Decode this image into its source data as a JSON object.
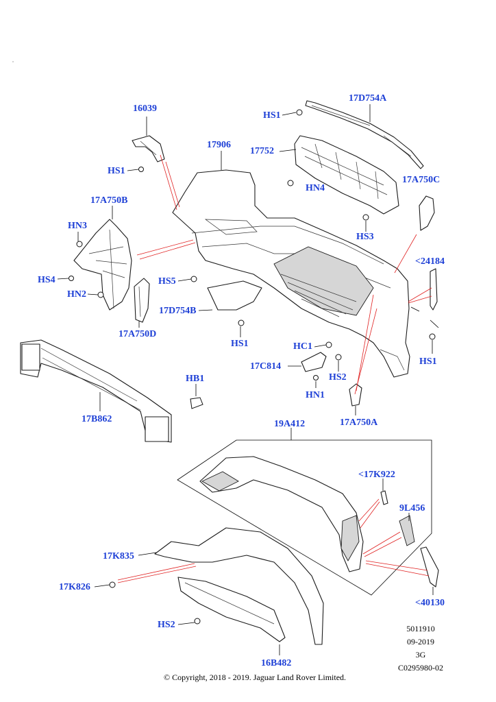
{
  "labels": {
    "p16039": "16039",
    "p17906": "17906",
    "p17D754A": "17D754A",
    "p17752": "17752",
    "pHS1_top": "HS1",
    "pHS1_left": "HS1",
    "pHN4": "HN4",
    "p17A750C": "17A750C",
    "p17A750B": "17A750B",
    "pHN3": "HN3",
    "pHS3": "HS3",
    "p24184": "<24184",
    "pHS4": "HS4",
    "pHS5": "HS5",
    "pHN2": "HN2",
    "p17D754B": "17D754B",
    "p17A750D": "17A750D",
    "pHS1_mid": "HS1",
    "pHC1": "HC1",
    "pHS1_right": "HS1",
    "p17C814": "17C814",
    "pHS2_mid": "HS2",
    "pHB1": "HB1",
    "pHN1": "HN1",
    "p17B862": "17B862",
    "p17A750A": "17A750A",
    "p19A412": "19A412",
    "p17K922": "<17K922",
    "p9L456": "9L456",
    "p17K835": "17K835",
    "p17K826": "17K826",
    "p40130": "<40130",
    "pHS2_bottom": "HS2",
    "p16B482": "16B482"
  },
  "meta": {
    "number": "5011910",
    "date": "09-2019",
    "code": "3G",
    "drawing_id": "C0295980-02"
  },
  "copyright": "© Copyright, 2018 - 2019. Jaguar Land Rover Limited."
}
